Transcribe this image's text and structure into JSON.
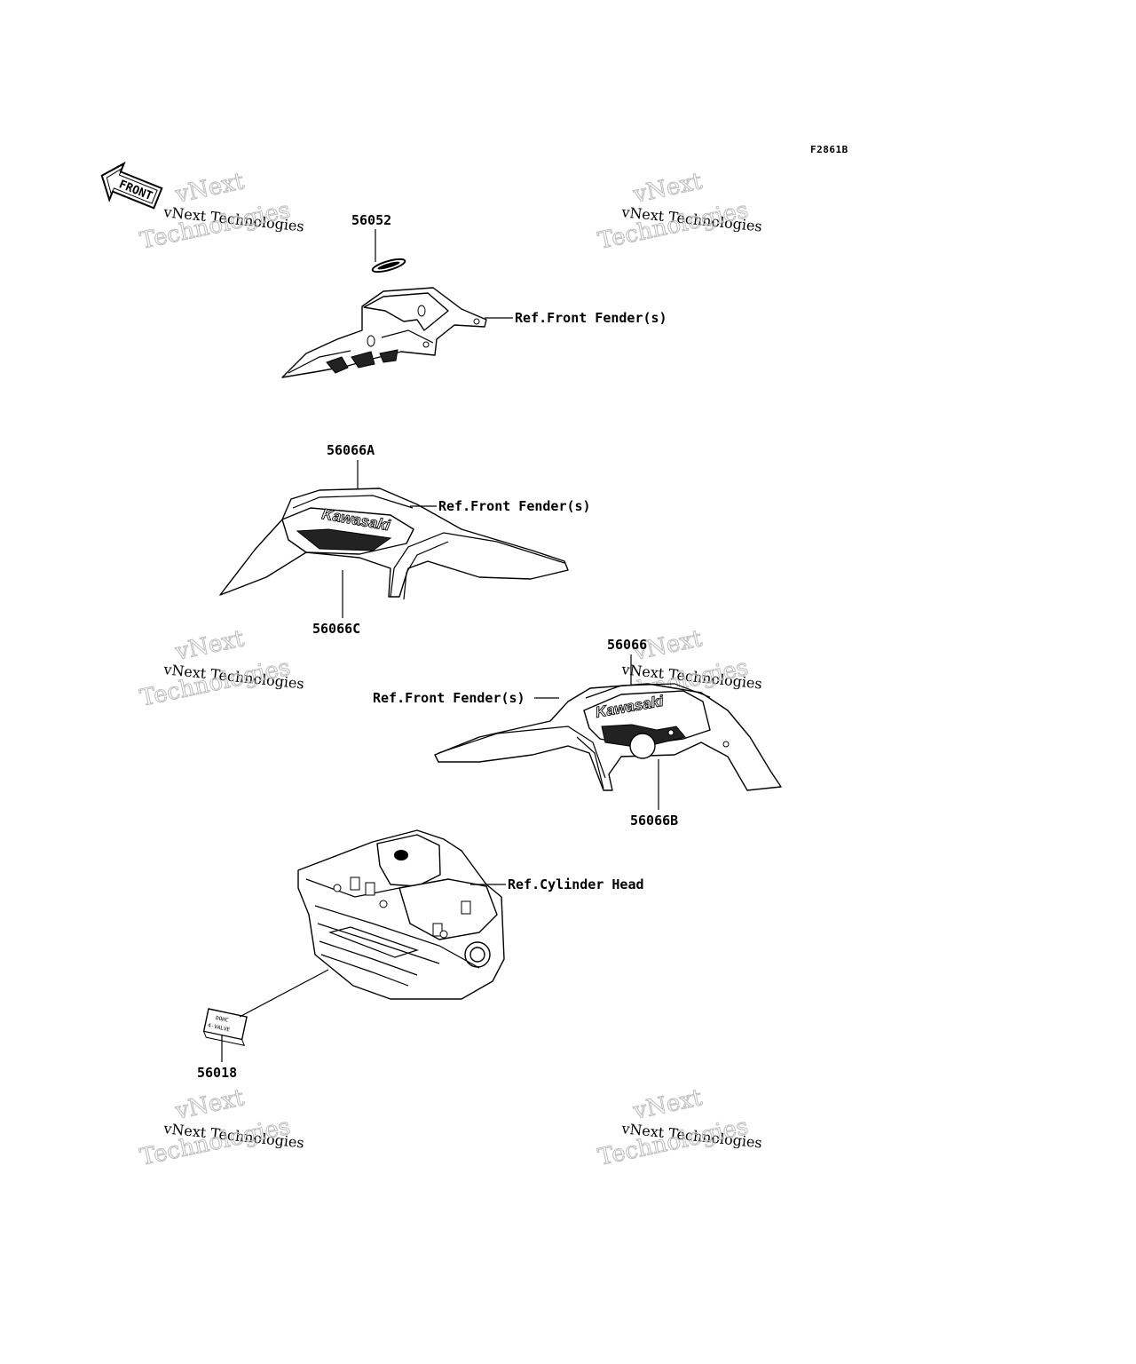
{
  "figure_code": "F2861B",
  "front_arrow_text": "FRONT",
  "watermark": {
    "line1": "vNext Technologies",
    "line2": "vNext",
    "line3": "Technologies"
  },
  "decal_brand": "Kawasaki",
  "label_56018_text": {
    "line1": "DOHC",
    "line2": "4-VALVE"
  },
  "parts": {
    "p56052": "56052",
    "p56066A": "56066A",
    "p56066C": "56066C",
    "p56066": "56066",
    "p56066B": "56066B",
    "p56018": "56018"
  },
  "refs": {
    "front_fender_1": "Ref.Front Fender(s)",
    "front_fender_2": "Ref.Front Fender(s)",
    "front_fender_3": "Ref.Front Fender(s)",
    "cylinder_head": "Ref.Cylinder Head"
  }
}
